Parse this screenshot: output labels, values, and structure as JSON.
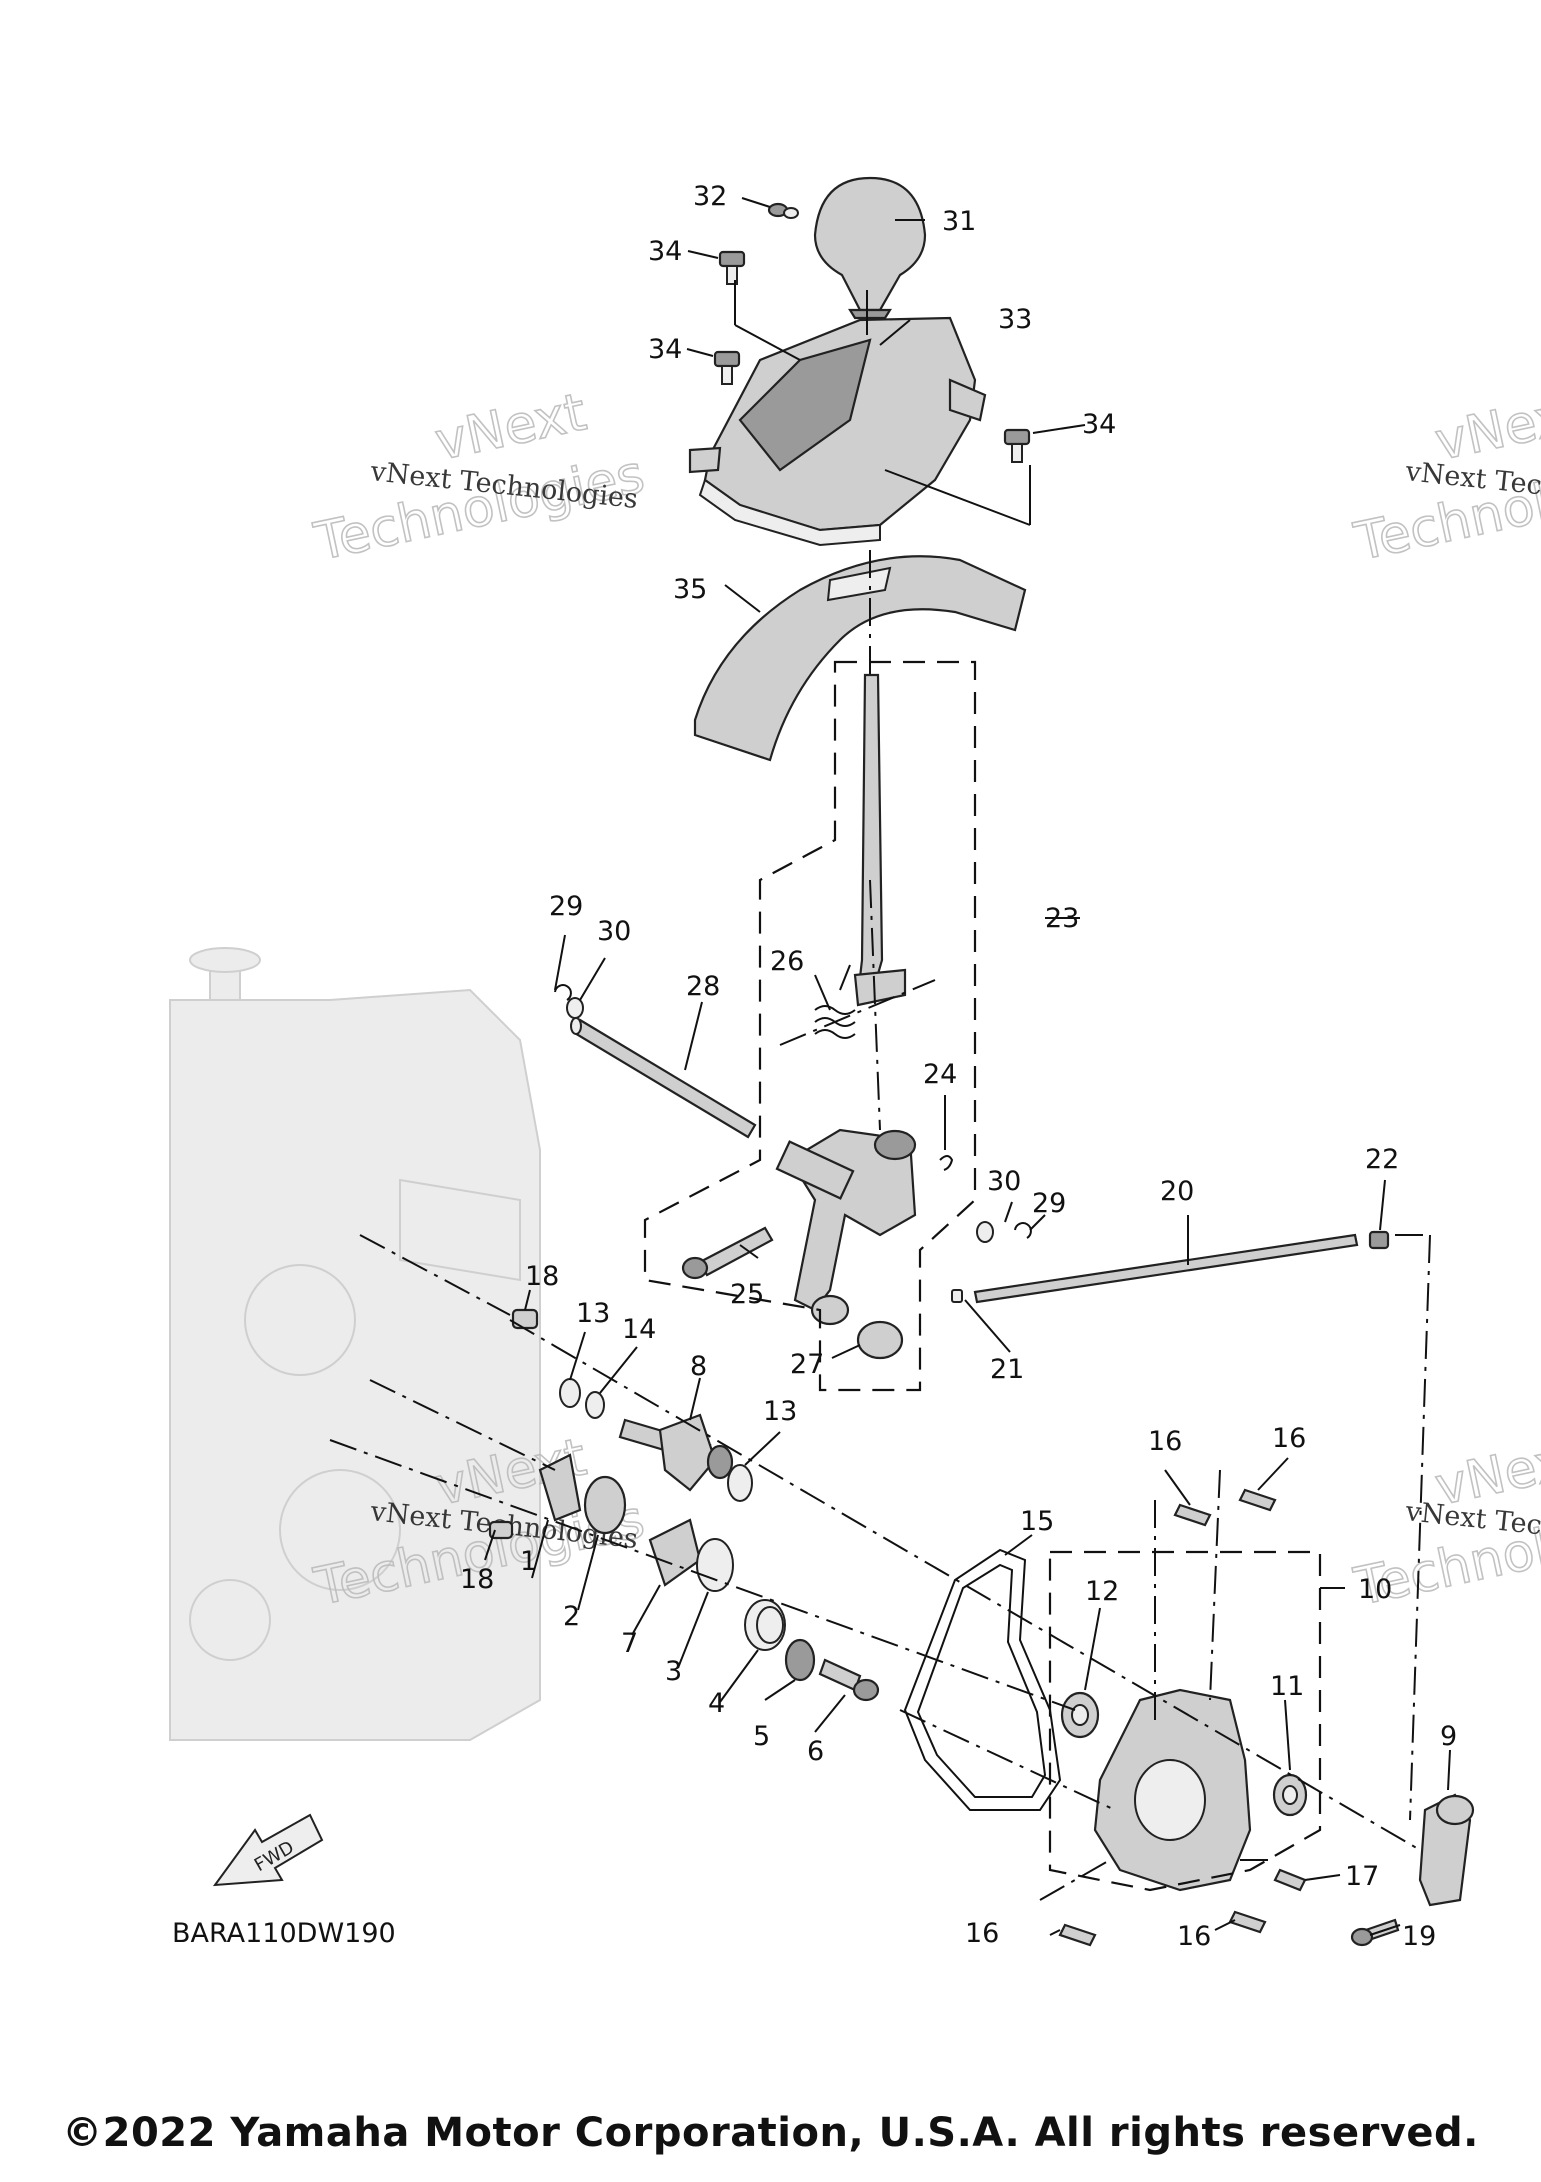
{
  "diagram": {
    "drawing_code": "BARA110DW190",
    "fwd_label": "FWD",
    "copyright": "©2022 Yamaha Motor Corporation, U.S.A. All rights reserved.",
    "watermark": {
      "line1": "vNext Technologies",
      "line2": "vNext",
      "line3": "Technologies"
    },
    "callouts": [
      "1",
      "2",
      "3",
      "4",
      "5",
      "6",
      "7",
      "8",
      "9",
      "10",
      "11",
      "12",
      "13",
      "14",
      "15",
      "16",
      "17",
      "18",
      "19",
      "20",
      "21",
      "22",
      "23",
      "24",
      "25",
      "26",
      "27",
      "28",
      "29",
      "30",
      "31",
      "32",
      "33",
      "34",
      "35"
    ]
  }
}
